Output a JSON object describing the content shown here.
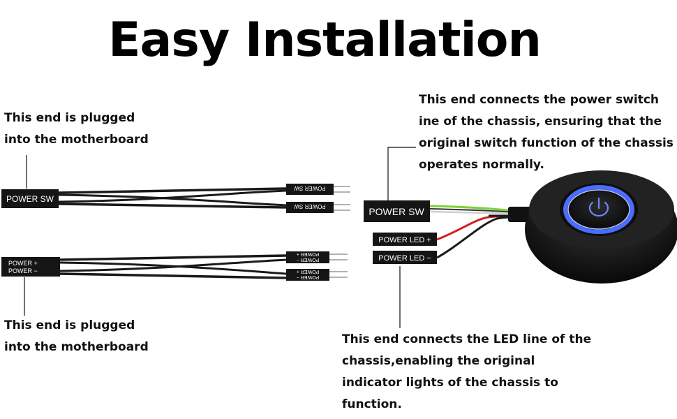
{
  "title": "Easy Installation",
  "notes": {
    "top_left": [
      "This end is plugged",
      "into the motherboard"
    ],
    "bottom_left": [
      "This end is plugged",
      "into the motherboard"
    ],
    "top_right": [
      "This end connects the power switch",
      "ine of the chassis, ensuring that the",
      "original switch function of the chassis",
      "operates normally."
    ],
    "bottom_right": [
      "This end connects the LED line of the",
      "chassis,enabling the original",
      "indicator lights of the chassis to",
      "function."
    ]
  },
  "connectors": {
    "power_sw_left": "POWER SW",
    "power_pm_left": [
      "POWER +",
      "POWER −"
    ],
    "pin_sw_1": "POWER SW",
    "pin_sw_2": "POWER SW",
    "pin_pm_1": [
      "POWER −",
      "POWER +"
    ],
    "pin_pm_2": [
      "POWER −",
      "POWER +"
    ],
    "power_sw_right": "POWER SW",
    "power_led_plus": "POWER LED +",
    "power_led_minus": "POWER LED −"
  },
  "colors": {
    "led_ring": "#4a6cff",
    "wire_green": "#7bd13a",
    "wire_red": "#d22020",
    "connector": "#151515"
  }
}
